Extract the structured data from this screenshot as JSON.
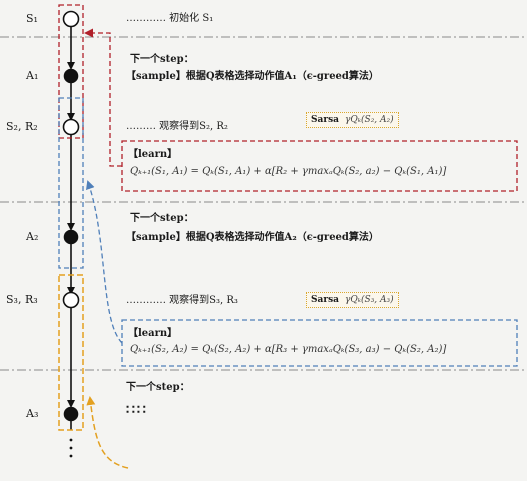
{
  "states": {
    "s1": "S₁",
    "a1": "A₁",
    "s2r2": "S₂, R₂",
    "a2": "A₂",
    "s3r3": "S₃, R₃",
    "a3": "A₃"
  },
  "notes": {
    "init": "………… 初始化 S₁",
    "next_step_1": "下一个step：",
    "sample_1": "【sample】根据Q表格选择动作值A₁（ϵ-greed算法）",
    "observe_1": "……… 观察得到S₂, R₂",
    "next_step_2": "下一个step：",
    "sample_2": "【sample】根据Q表格选择动作值A₂（ϵ-greed算法）",
    "observe_2": "………… 观察得到S₃, R₃",
    "next_step_3": "下一个step：",
    "dots": "∷∷"
  },
  "learn": {
    "tag": "【learn】",
    "formula_1": "Qₖ₊₁(S₁, A₁) = Qₖ(S₁, A₁) + α[R₂ + γmaxₐQₖ(S₂, a₂) − Qₖ(S₁, A₁)]",
    "formula_2": "Qₖ₊₁(S₂, A₂) = Qₖ(S₂, A₂) + α[R₃ + γmaxₐQₖ(S₃, a₃) − Qₖ(S₂, A₂)]"
  },
  "sarsa": {
    "word": "Sarsa",
    "formula_1": "γQₖ(S₂, A₂)",
    "formula_2": "γQₖ(S₃, A₃)"
  },
  "colors": {
    "red": "#b0202a",
    "blue": "#4f7fb9",
    "orange": "#e3a020",
    "separator": "#888888"
  }
}
